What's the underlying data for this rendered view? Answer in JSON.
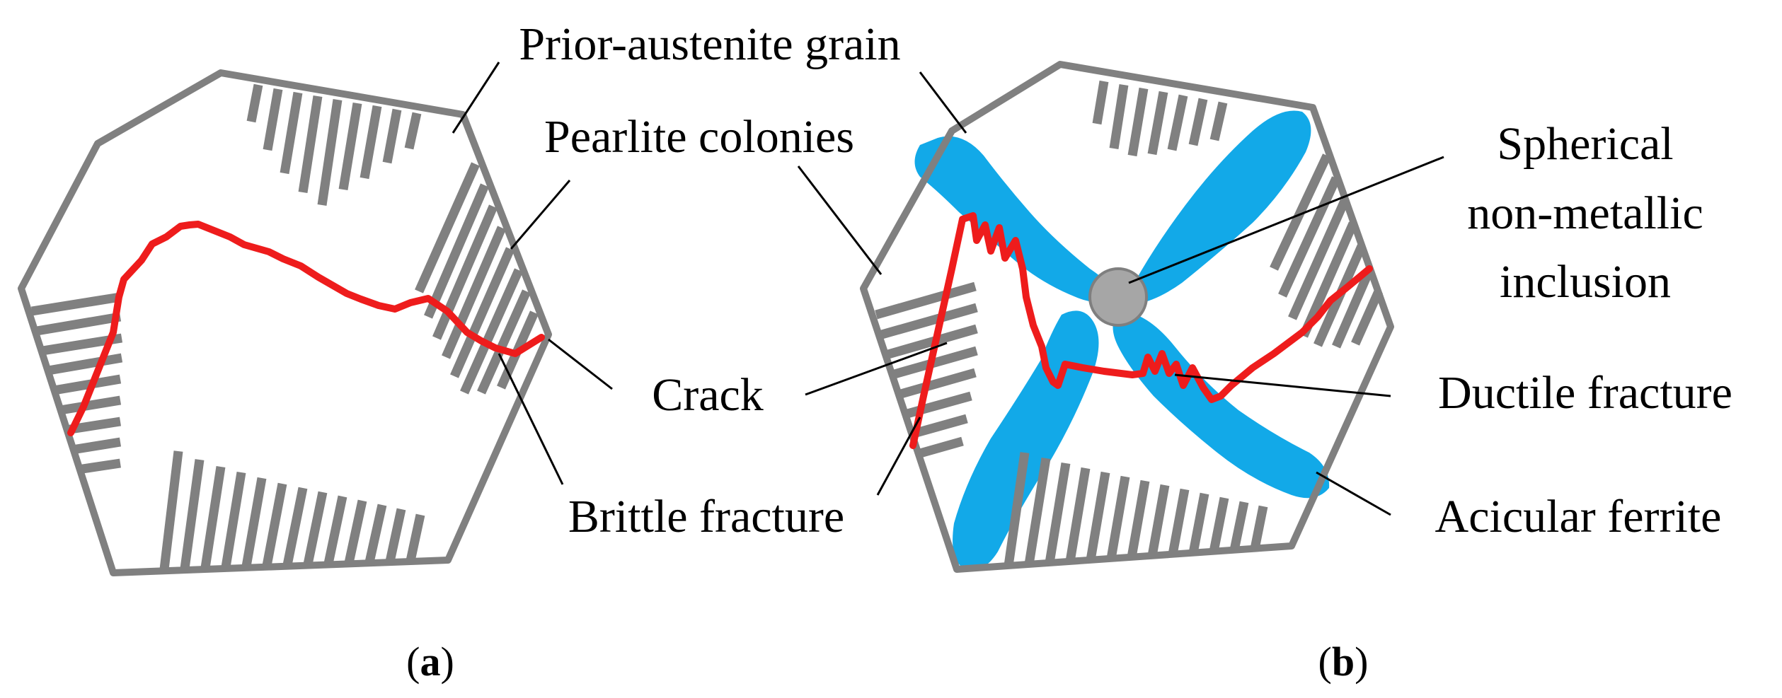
{
  "diagram": {
    "labels": {
      "prior_austenite_grain": "Prior-austenite grain",
      "pearlite_colonies": "Pearlite colonies",
      "crack": "Crack",
      "brittle_fracture": "Brittle fracture",
      "spherical_line1": "Spherical",
      "spherical_line2": "non-metallic",
      "spherical_line3": "inclusion",
      "ductile_fracture": "Ductile fracture",
      "acicular_ferrite": "Acicular ferrite"
    },
    "captions": {
      "a_open": "(",
      "a_letter": "a",
      "a_close": ")",
      "b_open": "(",
      "b_letter": "b",
      "b_close": ")"
    },
    "colors": {
      "grain_boundary": "#808080",
      "pearlite": "#808080",
      "crack": "#ee1c1c",
      "acicular_ferrite": "#12a9e8",
      "inclusion": "#a6a6a6",
      "leader_lines": "#000000"
    }
  }
}
